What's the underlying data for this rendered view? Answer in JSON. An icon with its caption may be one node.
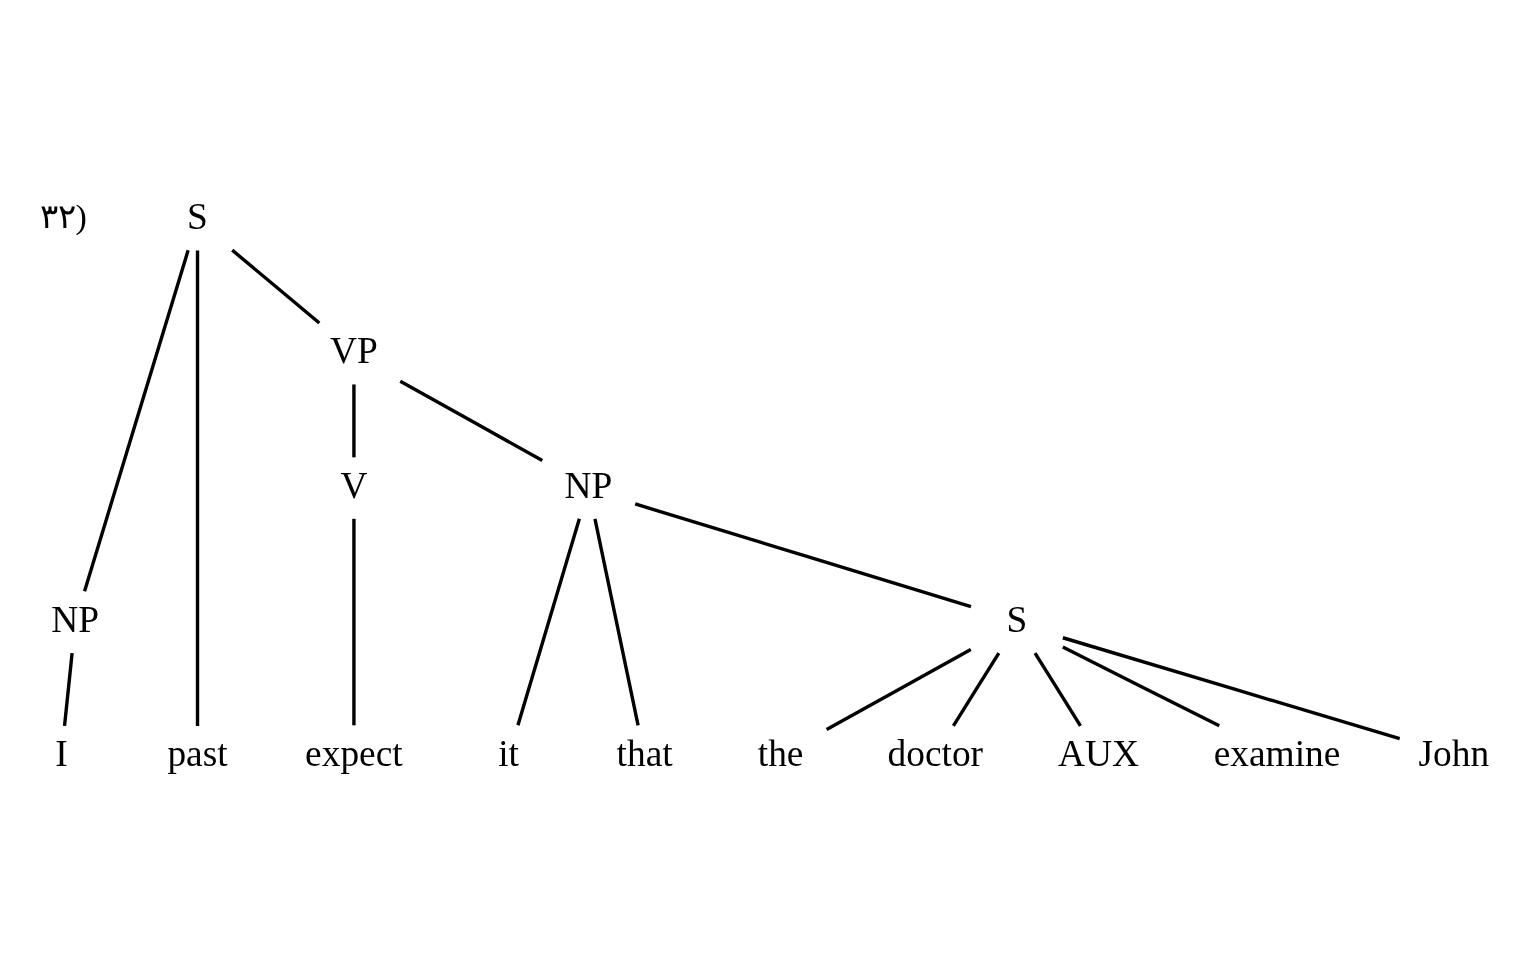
{
  "diagram": {
    "nodes": [
      {
        "text": [
          "S"
        ]
      },
      {
        "text": [
          "NP"
        ]
      },
      {
        "text": [
          "VP"
        ]
      },
      {
        "text": [
          "V"
        ]
      },
      {
        "text": [
          "NP"
        ]
      },
      {
        "text": [
          "S"
        ]
      },
      {
        "text": [
          "I"
        ]
      },
      {
        "text": [
          "past"
        ]
      },
      {
        "text": [
          "expect"
        ]
      },
      {
        "text": [
          "it"
        ]
      },
      {
        "text": [
          "that"
        ]
      },
      {
        "text": [
          "the"
        ]
      },
      {
        "text": [
          "doctor"
        ]
      },
      {
        "text": [
          "AUX"
        ]
      },
      {
        "text": [
          "examine"
        ]
      },
      {
        "text": [
          "John"
        ]
      }
    ],
    "edges": [
      {
        "from": 0,
        "to": 1,
        "arrow": "none"
      },
      {
        "from": 0,
        "to": 7,
        "arrow": "none"
      },
      {
        "from": 0,
        "to": 2,
        "arrow": "none"
      },
      {
        "from": 1,
        "to": 6,
        "arrow": "none"
      },
      {
        "from": 2,
        "to": 3,
        "arrow": "none"
      },
      {
        "from": 2,
        "to": 4,
        "arrow": "none"
      },
      {
        "from": 3,
        "to": 8,
        "arrow": "none"
      },
      {
        "from": 4,
        "to": 9,
        "arrow": "none"
      },
      {
        "from": 4,
        "to": 10,
        "arrow": "none"
      },
      {
        "from": 4,
        "to": 5,
        "arrow": "none"
      },
      {
        "from": 5,
        "to": 11,
        "arrow": "none"
      },
      {
        "from": 5,
        "to": 12,
        "arrow": "none"
      },
      {
        "from": 5,
        "to": 13,
        "arrow": "none"
      },
      {
        "from": 5,
        "to": 14,
        "arrow": "none"
      },
      {
        "from": 5,
        "to": 15,
        "arrow": "none"
      }
    ],
    "labels": [
      "۳۲)"
    ]
  }
}
